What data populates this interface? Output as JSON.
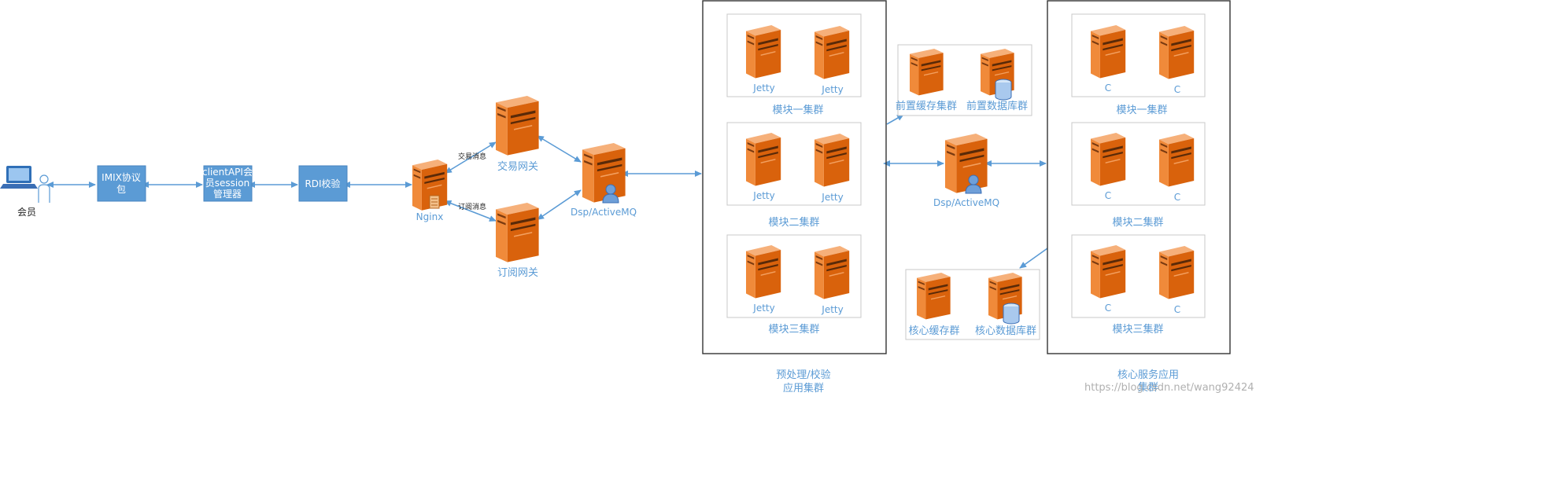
{
  "member": {
    "label": "会员"
  },
  "boxes": {
    "imix": {
      "line1": "IMIX协议",
      "line2": "包"
    },
    "client_api": {
      "line1": "clientAPI会",
      "line2": "员session",
      "line3": "管理器"
    },
    "rdi": {
      "label": "RDI校验"
    }
  },
  "nginx": {
    "label": "Nginx"
  },
  "edges": {
    "trade_msg": "交易消息",
    "sub_msg": "订阅消息"
  },
  "gateways": {
    "trade": "交易网关",
    "subscribe": "订阅网关"
  },
  "mq_left": {
    "label": "Dsp/ActiveMQ"
  },
  "mq_right": {
    "label": "Dsp/ActiveMQ"
  },
  "pre_cluster": {
    "footer_line1": "预处理/校验",
    "footer_line2": "应用集群",
    "modules": [
      {
        "title": "模块一集群",
        "server_a": "Jetty",
        "server_b": "Jetty"
      },
      {
        "title": "模块二集群",
        "server_a": "Jetty",
        "server_b": "Jetty"
      },
      {
        "title": "模块三集群",
        "server_a": "Jetty",
        "server_b": "Jetty"
      }
    ]
  },
  "front_storage": {
    "cache": "前置缓存集群",
    "db": "前置数据库群"
  },
  "core_storage": {
    "cache": "核心缓存群",
    "db": "核心数据库群"
  },
  "core_cluster": {
    "footer_line1": "核心服务应用",
    "footer_line2": "集群",
    "modules": [
      {
        "title": "模块一集群",
        "server_a": "C",
        "server_b": "C"
      },
      {
        "title": "模块二集群",
        "server_a": "C",
        "server_b": "C"
      },
      {
        "title": "模块三集群",
        "server_a": "C",
        "server_b": "C"
      }
    ]
  },
  "watermark": "https://blog.csdn.net/wang92424",
  "colors": {
    "accent": "#5b9bd5",
    "box_fill": "#5b9bd5",
    "server_orange": "#e46c0a"
  }
}
